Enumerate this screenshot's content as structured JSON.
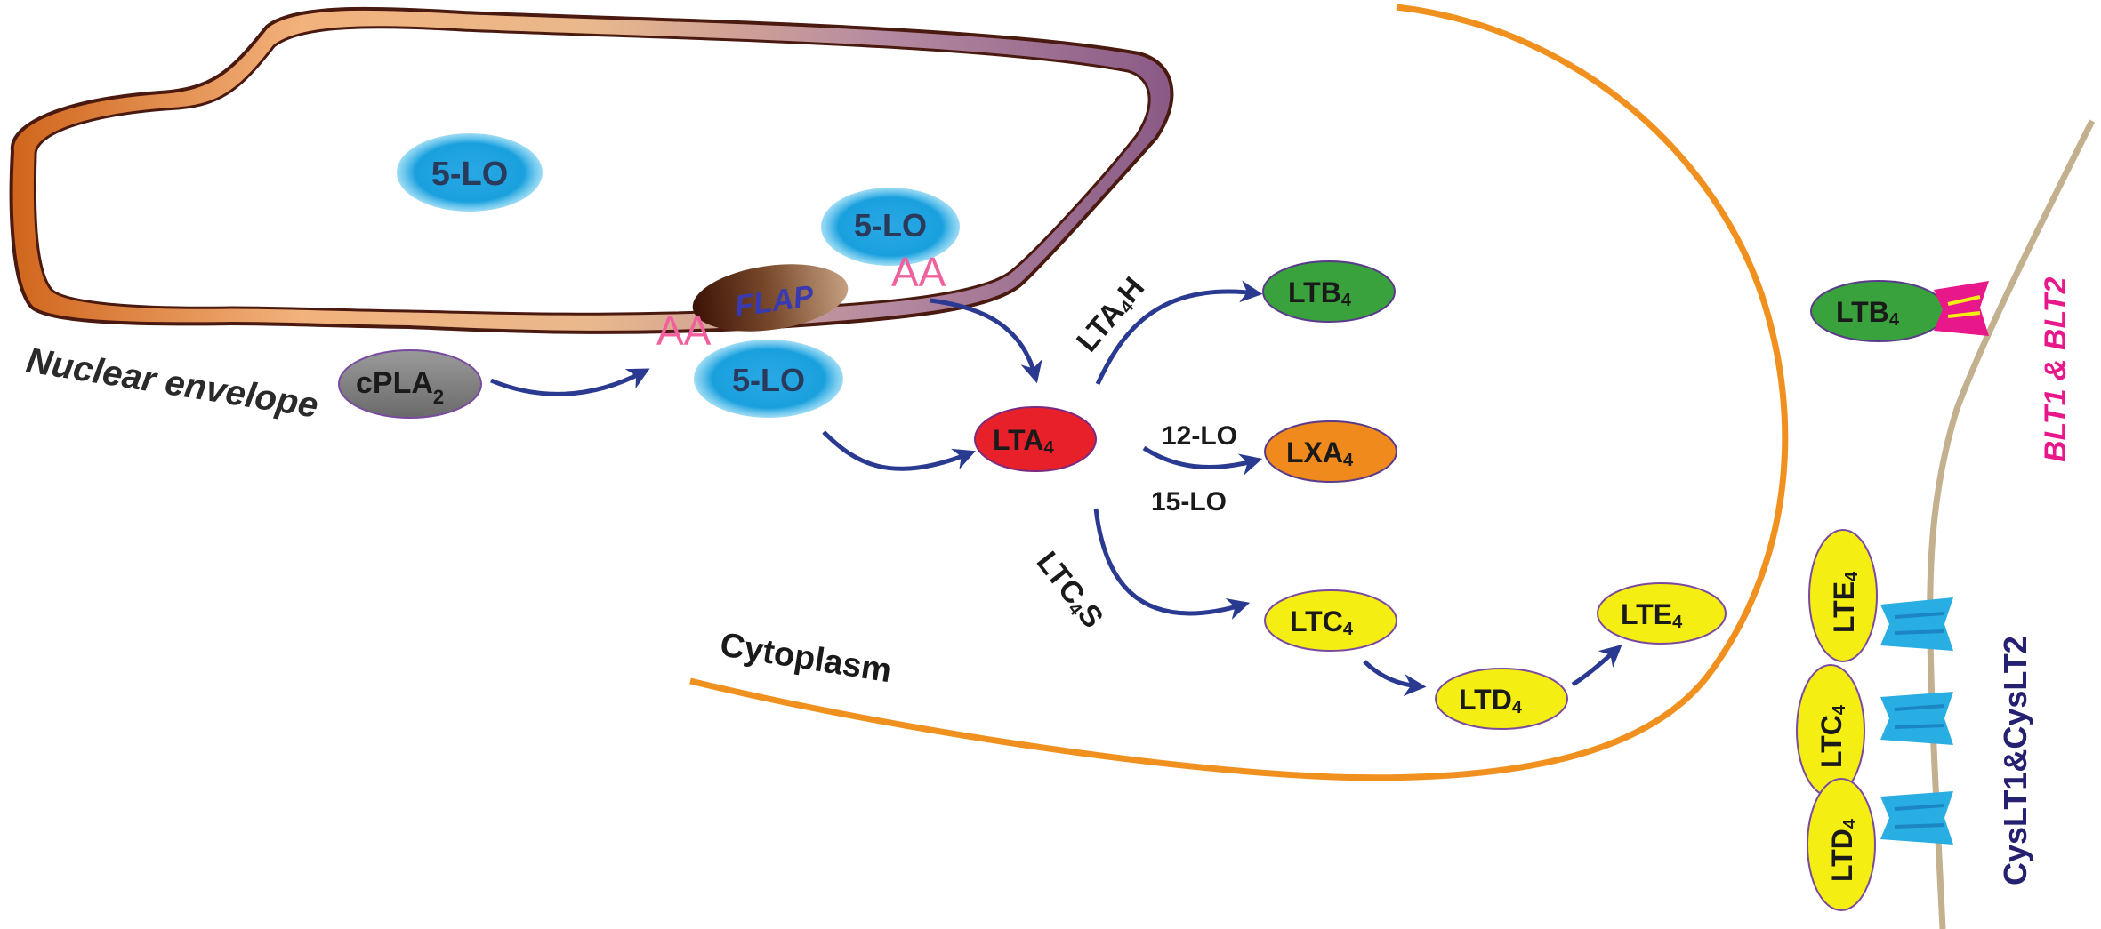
{
  "labels": {
    "nuclear_envelope": "Nuclear envelope",
    "cytoplasm": "Cytoplasm",
    "five_lo_free": "5-LO",
    "five_lo_upper": "5-LO",
    "five_lo_lower": "5-LO",
    "flap": "FLAP",
    "aa_left": "AA",
    "aa_right": "AA",
    "cpla2": "cPLA",
    "cpla2_sub": "2",
    "lta4": "LTA",
    "lta4_sub": "4",
    "lta4h_main": "LTA",
    "lta4h_sub": "4",
    "lta4h_tail": "H",
    "ltb4": "LTB",
    "ltb4_sub": "4",
    "lxa4": "LXA",
    "lxa4_sub": "4",
    "lo12": "12-LO",
    "lo15": "15-LO",
    "ltc4s_main": "LTC",
    "ltc4s_sub": "4",
    "ltc4s_tail": "S",
    "ltc4": "LTC",
    "ltc4_sub": "4",
    "ltd4": "LTD",
    "ltd4_sub": "4",
    "lte4": "LTE",
    "lte4_sub": "4",
    "ltb4_receptor": "LTB",
    "ltb4_receptor_sub": "4",
    "blt_receptors": "BLT1 & BLT2",
    "lte4_receptor": "LTE",
    "lte4_receptor_sub": "4",
    "ltc4_receptor": "LTC",
    "ltc4_receptor_sub": "4",
    "ltd4_receptor": "LTD",
    "ltd4_receptor_sub": "4",
    "cyslt_receptors": "CysLT1&CysLT2"
  },
  "colors": {
    "five_lo": "#1aa3e0",
    "flap": "#5a2a14",
    "flap_text": "#3a3ab0",
    "aa": "#f0609c",
    "cpla2": "#7b7b7b",
    "lta4": "#e8202a",
    "ltb4": "#3aa23c",
    "lxa4": "#f08a1c",
    "ltc4_family": "#f5ee12",
    "arrow": "#2b3a91",
    "cytoplasm_line": "#f0901e",
    "membrane": "#c2b08f",
    "blt_receptor": "#e8178a",
    "cyslt_receptor": "#29aee3",
    "blt_label": "#e8178a",
    "cyslt_label": "#262070"
  }
}
